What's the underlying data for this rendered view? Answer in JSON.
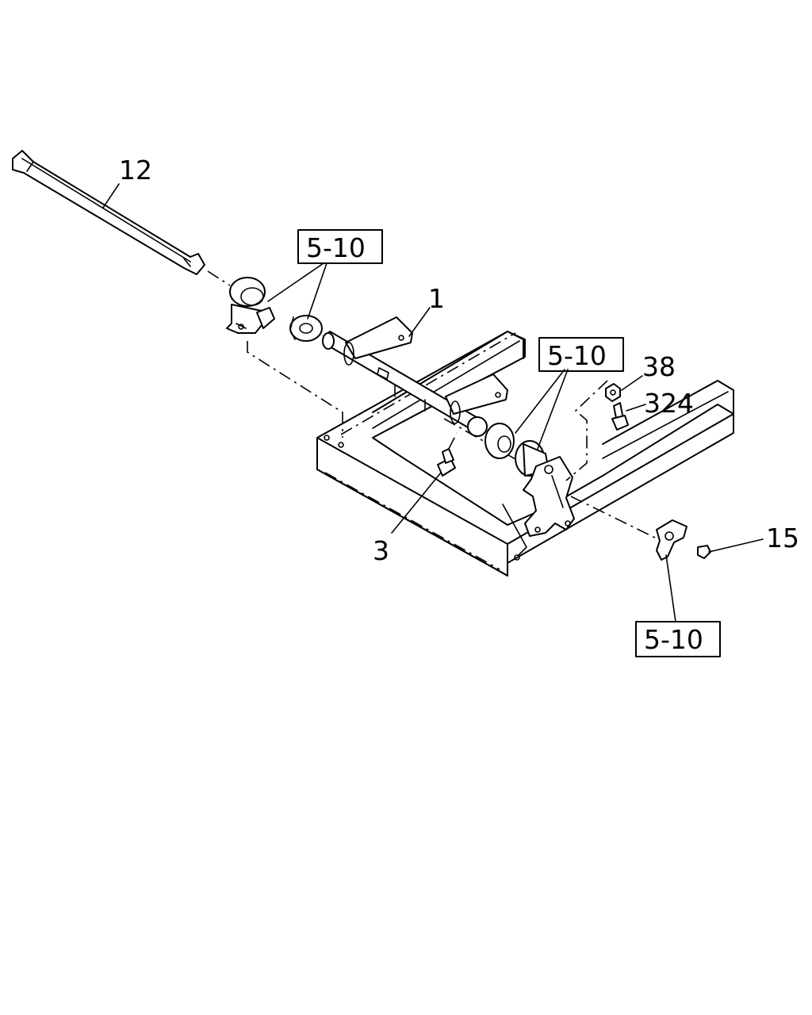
{
  "diagram": {
    "callouts": {
      "c1": "1",
      "c3": "3",
      "c12": "12",
      "c15": "15",
      "c38": "38",
      "c324": "324"
    },
    "ref_boxes": {
      "top_left": "5-10",
      "top_right": "5-10",
      "bottom": "5-10"
    }
  }
}
